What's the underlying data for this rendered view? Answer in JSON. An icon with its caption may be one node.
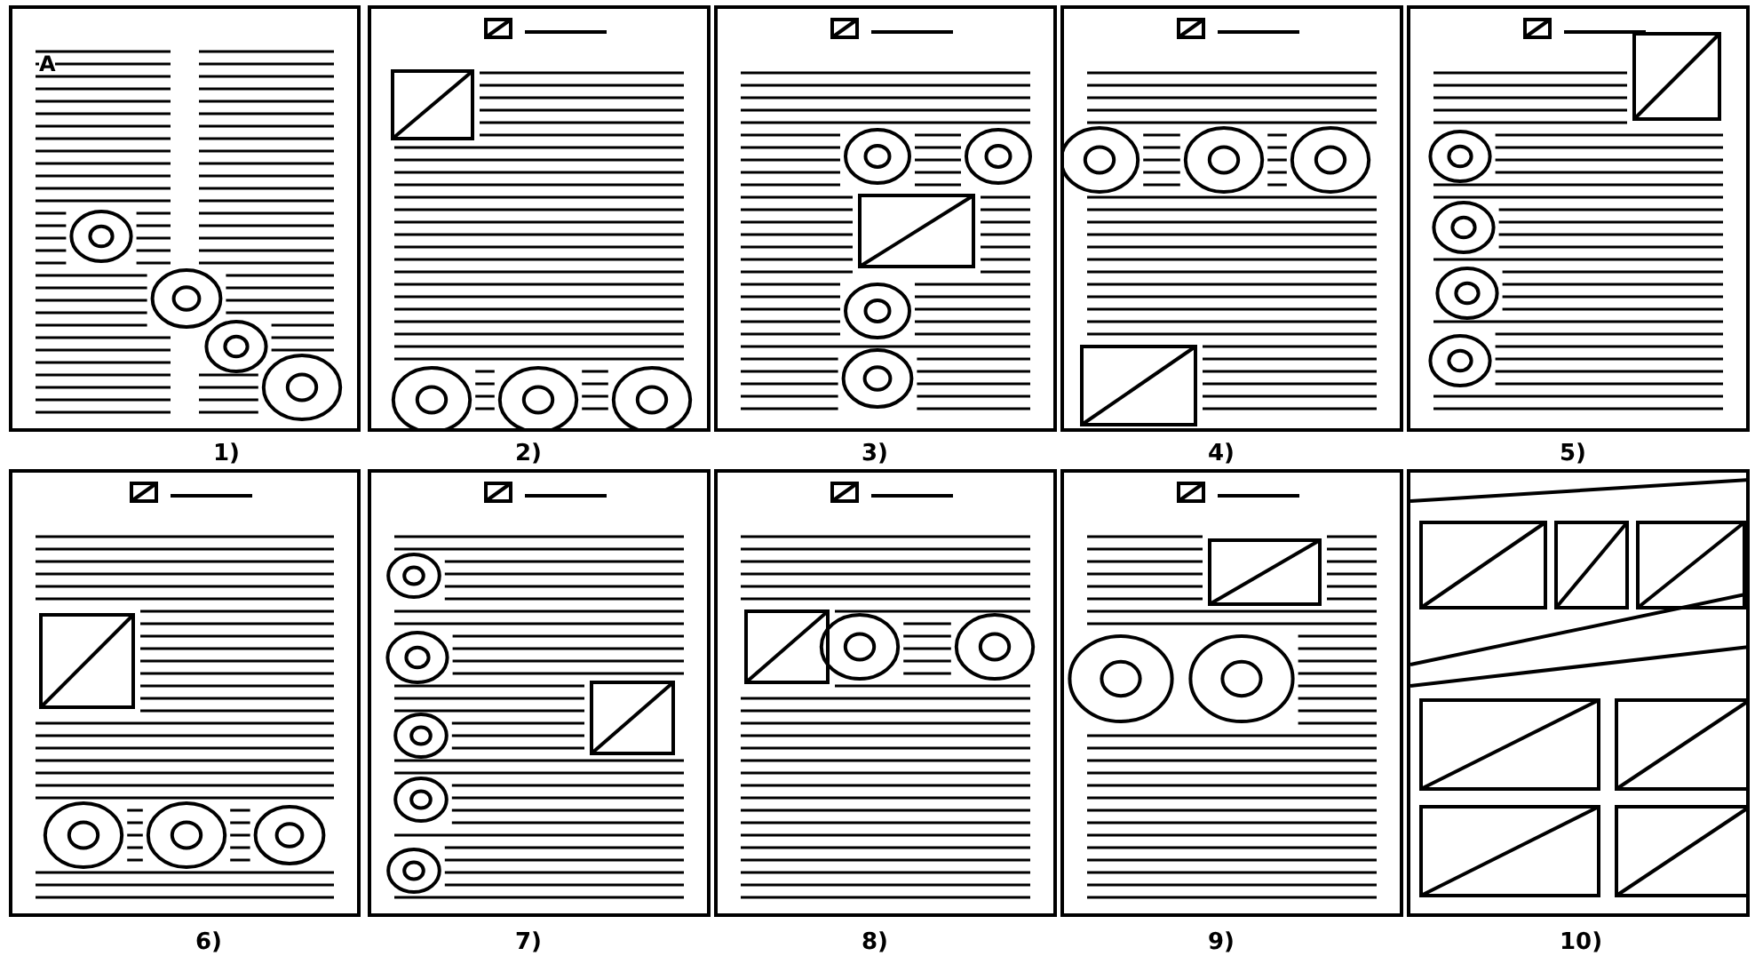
{
  "diagram": {
    "labels": [
      "A",
      "1)",
      "2)",
      "3)",
      "4)",
      "5)",
      "6)",
      "7)",
      "8)",
      "9)",
      "10)"
    ]
  }
}
